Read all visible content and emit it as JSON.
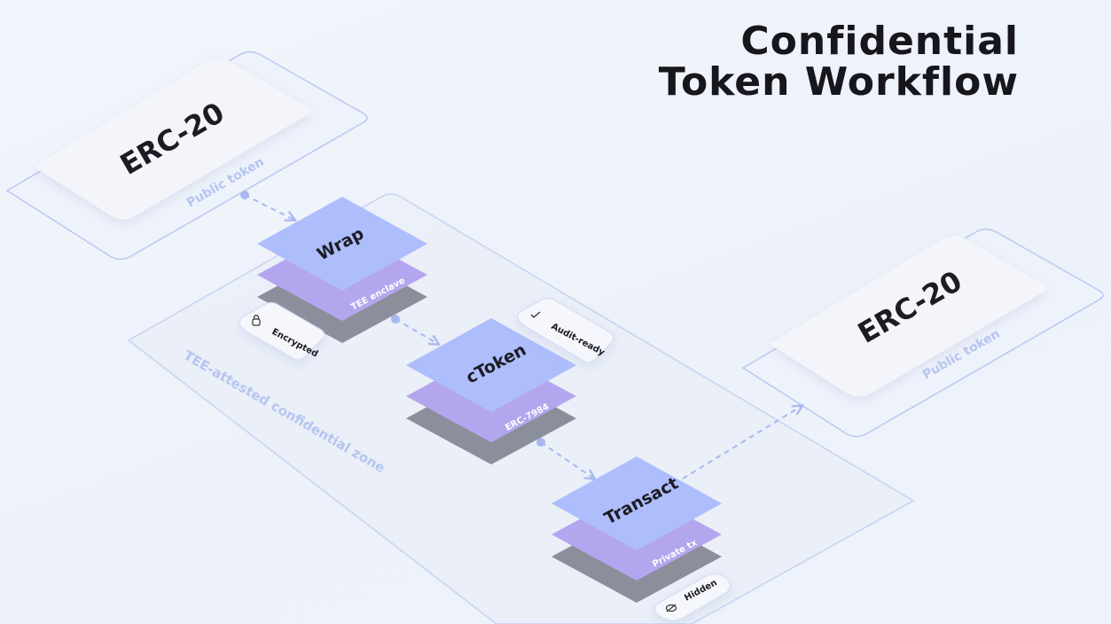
{
  "title": {
    "line1": "Confidential",
    "line2": "Token Workflow"
  },
  "zone_label": "TEE-attested confidential zone",
  "erc_left": {
    "label": "ERC-20",
    "sublabel": "Public token"
  },
  "erc_right": {
    "label": "ERC-20",
    "sublabel": "Public token"
  },
  "steps": [
    {
      "label": "Wrap",
      "sublabel": "TEE enclave",
      "badge": "Encrypted",
      "badge_icon": "lock-icon"
    },
    {
      "label": "cToken",
      "sublabel": "ERC-7984",
      "badge": "Audit-ready",
      "badge_icon": "check-icon"
    },
    {
      "label": "Transact",
      "sublabel": "Private tx",
      "badge": "Hidden",
      "badge_icon": "eye-off-icon"
    }
  ],
  "colors": {
    "top_layer": "#aebdfb",
    "middle_layer": "#b3a6ee",
    "bottom_layer": "#8b8f9c",
    "outline": "#b9c8f1",
    "label_dark": "#1c1c24",
    "label_faint": "#b6c5f0"
  }
}
